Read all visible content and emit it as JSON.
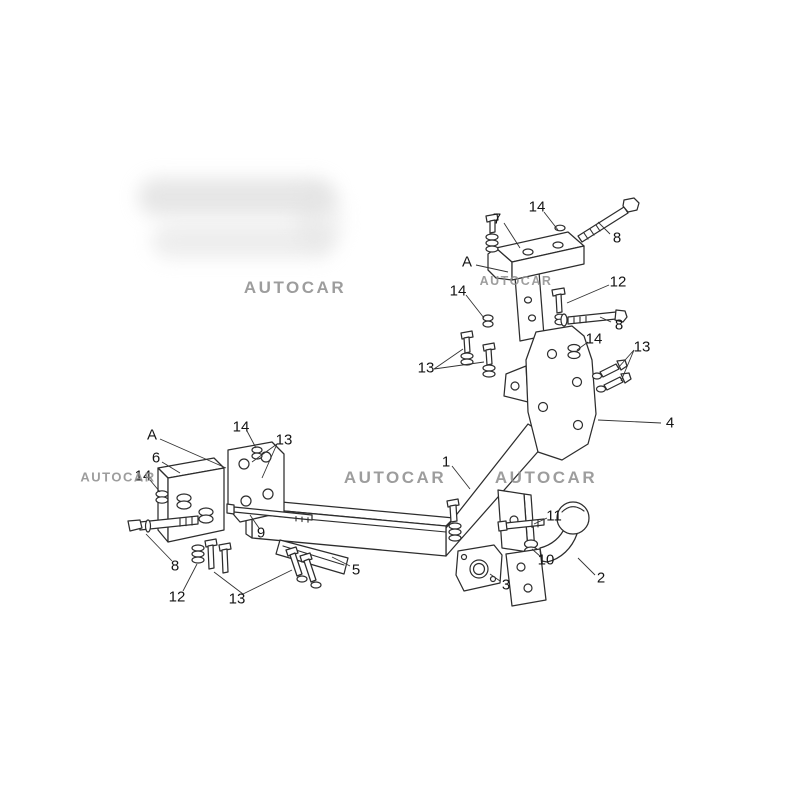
{
  "diagram": {
    "watermarks": [
      {
        "text": "AUTOCAR"
      },
      {
        "text": "AUTOCAR"
      },
      {
        "text": "AUTOCAR"
      },
      {
        "text": "AUTOCAR"
      },
      {
        "text": "AUTOCAR"
      }
    ],
    "labels": [
      {
        "text": "7"
      },
      {
        "text": "14"
      },
      {
        "text": "8"
      },
      {
        "text": "A"
      },
      {
        "text": "14"
      },
      {
        "text": "12"
      },
      {
        "text": "8"
      },
      {
        "text": "14"
      },
      {
        "text": "13"
      },
      {
        "text": "13"
      },
      {
        "text": "4"
      },
      {
        "text": "1"
      },
      {
        "text": "A"
      },
      {
        "text": "14"
      },
      {
        "text": "13"
      },
      {
        "text": "6"
      },
      {
        "text": "14"
      },
      {
        "text": "9"
      },
      {
        "text": "8"
      },
      {
        "text": "12"
      },
      {
        "text": "13"
      },
      {
        "text": "5"
      },
      {
        "text": "3"
      },
      {
        "text": "11"
      },
      {
        "text": "10"
      },
      {
        "text": "2"
      }
    ]
  }
}
